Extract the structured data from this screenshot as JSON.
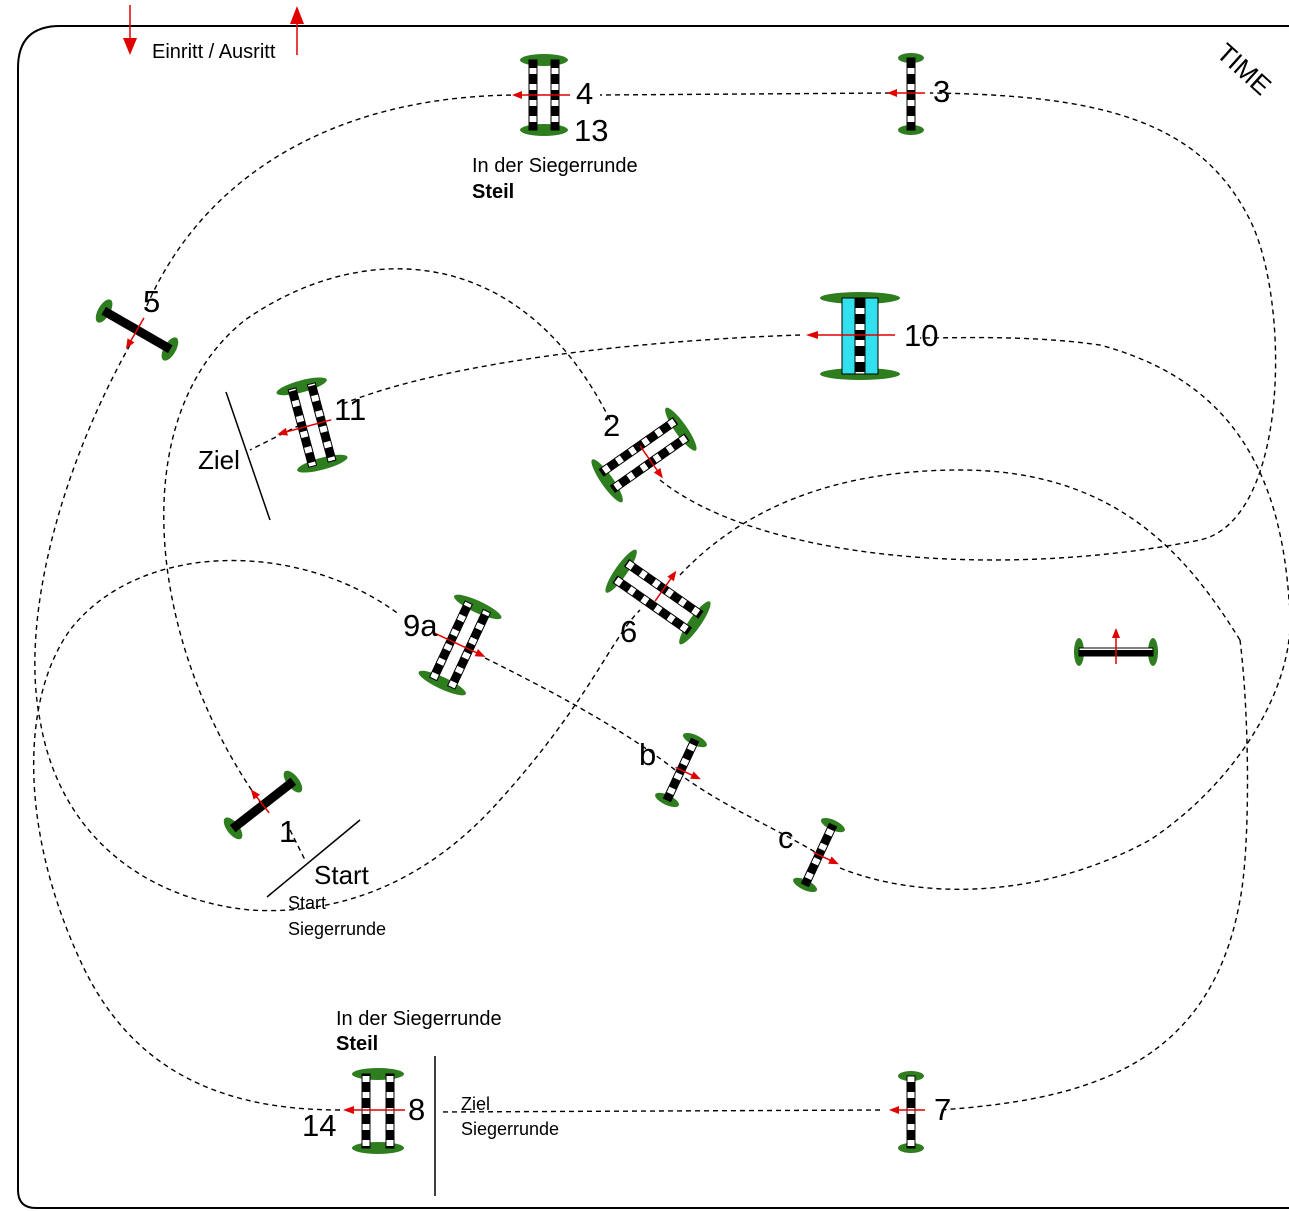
{
  "course": {
    "entry_exit": "Einritt / Ausritt",
    "time_label": "TIME",
    "fence_numbers": {
      "n4": "4",
      "n13": "13",
      "n3": "3",
      "n5": "5",
      "n10": "10",
      "n11": "11",
      "n2": "2",
      "n9a": "9a",
      "n6": "6",
      "nb": "b",
      "nc": "c",
      "n1": "1",
      "n14": "14",
      "n8": "8",
      "n7": "7"
    },
    "note_top": {
      "line1": "In der Siegerrunde",
      "line2": "Steil"
    },
    "note_bottom": {
      "line1": "In der Siegerrunde",
      "line2": "Steil"
    },
    "finish": "Ziel",
    "start": "Start",
    "start_jumpoff": {
      "line1": "Start",
      "line2": "Siegerrunde"
    },
    "finish_jumpoff": {
      "line1": "Ziel",
      "line2": "Siegerrunde"
    }
  },
  "colors": {
    "bush": "#2e7d1e",
    "arrow": "#e00000",
    "water": "#33e0ee",
    "pole": "#000000"
  }
}
